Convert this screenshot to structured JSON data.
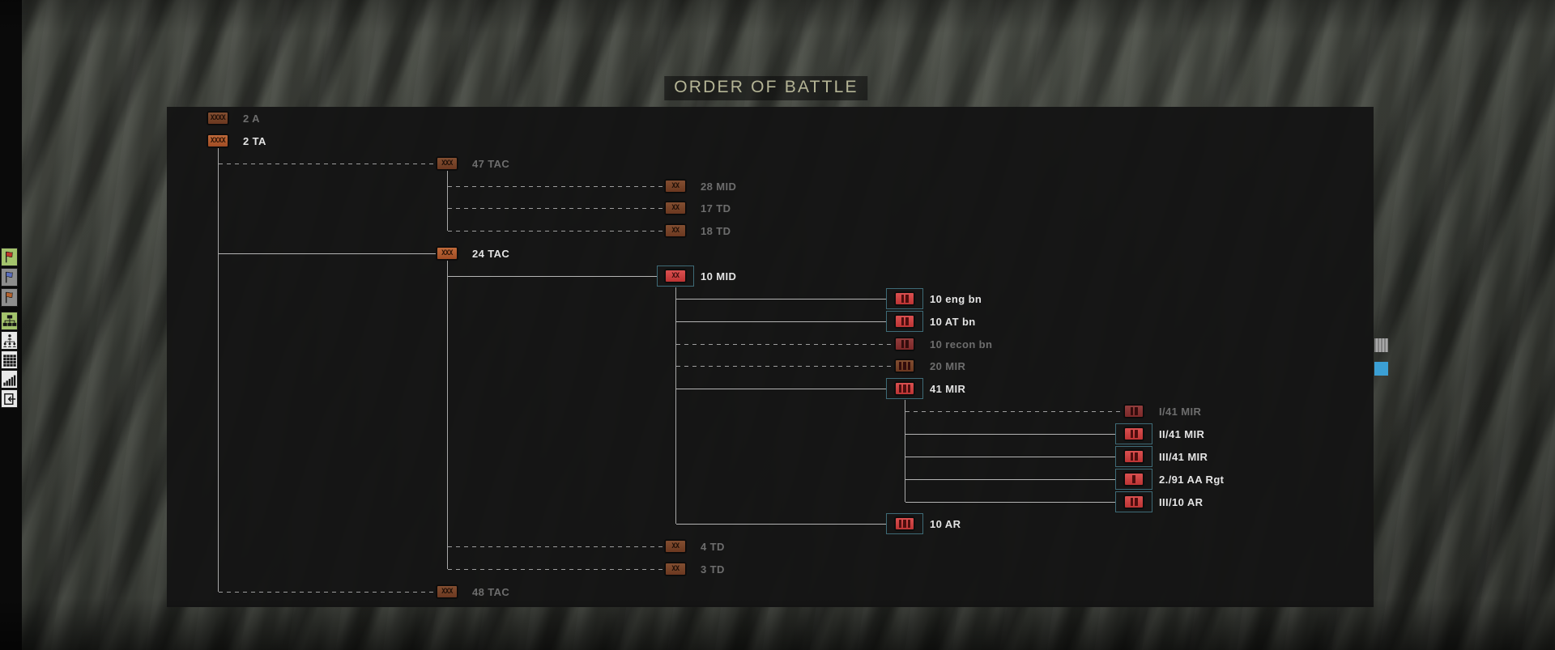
{
  "title": "ORDER OF BATTLE",
  "accent_colors": {
    "selection_box": "#3e6b77",
    "icon_orange": "#b25a2f",
    "icon_red": "#cc4242",
    "label_bright": "#e4e4e4",
    "label_dim": "#6d6d6d",
    "title_text": "#b5b596"
  },
  "oob_tree": {
    "units": [
      {
        "label": "2 A",
        "echelon": "XXXX",
        "color": "orange",
        "dim": true,
        "box": false,
        "link": null,
        "parent": null
      },
      {
        "label": "2 TA",
        "echelon": "XXXX",
        "color": "orange",
        "dim": false,
        "box": false,
        "link": null,
        "parent": null
      },
      {
        "label": "47 TAC",
        "echelon": "XXX",
        "color": "orange",
        "dim": true,
        "box": false,
        "link": "dashed",
        "parent": "2 TA"
      },
      {
        "label": "28 MID",
        "echelon": "XX",
        "color": "orange",
        "dim": true,
        "box": false,
        "link": "dashed",
        "parent": "47 TAC"
      },
      {
        "label": "17 TD",
        "echelon": "XX",
        "color": "orange",
        "dim": true,
        "box": false,
        "link": "dashed",
        "parent": "47 TAC"
      },
      {
        "label": "18 TD",
        "echelon": "XX",
        "color": "orange",
        "dim": true,
        "box": false,
        "link": "dashed",
        "parent": "47 TAC"
      },
      {
        "label": "24 TAC",
        "echelon": "XXX",
        "color": "orange",
        "dim": false,
        "box": false,
        "link": "solid",
        "parent": "2 TA"
      },
      {
        "label": "10 MID",
        "echelon": "XX",
        "color": "red",
        "dim": false,
        "box": true,
        "link": "solid",
        "parent": "24 TAC"
      },
      {
        "label": "10 eng bn",
        "echelon": "II",
        "color": "red",
        "dim": false,
        "box": true,
        "link": "solid",
        "parent": "10 MID"
      },
      {
        "label": "10 AT bn",
        "echelon": "II",
        "color": "red",
        "dim": false,
        "box": true,
        "link": "solid",
        "parent": "10 MID"
      },
      {
        "label": "10 recon bn",
        "echelon": "II",
        "color": "red",
        "dim": true,
        "box": false,
        "link": "dashed",
        "parent": "10 MID"
      },
      {
        "label": "20 MIR",
        "echelon": "III",
        "color": "orange",
        "dim": true,
        "box": false,
        "link": "dashed",
        "parent": "10 MID"
      },
      {
        "label": "41 MIR",
        "echelon": "III",
        "color": "red",
        "dim": false,
        "box": true,
        "link": "solid",
        "parent": "10 MID"
      },
      {
        "label": "I/41 MIR",
        "echelon": "II",
        "color": "red",
        "dim": true,
        "box": false,
        "link": "dashed",
        "parent": "41 MIR"
      },
      {
        "label": "II/41 MIR",
        "echelon": "II",
        "color": "red",
        "dim": false,
        "box": true,
        "link": "solid",
        "parent": "41 MIR"
      },
      {
        "label": "III/41 MIR",
        "echelon": "II",
        "color": "red",
        "dim": false,
        "box": true,
        "link": "solid",
        "parent": "41 MIR"
      },
      {
        "label": "2./91 AA Rgt",
        "echelon": "I",
        "color": "red",
        "dim": false,
        "box": true,
        "link": "solid",
        "parent": "41 MIR"
      },
      {
        "label": "III/10 AR",
        "echelon": "II",
        "color": "red",
        "dim": false,
        "box": true,
        "link": "solid",
        "parent": "41 MIR"
      },
      {
        "label": "10 AR",
        "echelon": "III",
        "color": "red",
        "dim": false,
        "box": true,
        "link": "solid",
        "parent": "10 MID"
      },
      {
        "label": "4 TD",
        "echelon": "XX",
        "color": "orange",
        "dim": true,
        "box": false,
        "link": "dashed",
        "parent": "24 TAC"
      },
      {
        "label": "3 TD",
        "echelon": "XX",
        "color": "orange",
        "dim": true,
        "box": false,
        "link": "dashed",
        "parent": "24 TAC"
      },
      {
        "label": "48 TAC",
        "echelon": "XXX",
        "color": "orange",
        "dim": true,
        "box": false,
        "link": "dashed",
        "parent": "2 TA"
      }
    ]
  },
  "sidebar": {
    "buttons": [
      {
        "name": "red-flag",
        "kind": "flag",
        "flag_color": "#c2392b",
        "bg": "green",
        "active": true
      },
      {
        "name": "blue-flag",
        "kind": "flag",
        "flag_color": "#5a6fc0",
        "bg": "gray",
        "active": false
      },
      {
        "name": "orange-flag",
        "kind": "flag",
        "flag_color": "#b5622d",
        "bg": "gray",
        "active": false
      },
      {
        "name": "org-chart",
        "kind": "org",
        "bg": "green",
        "active": true
      },
      {
        "name": "personnel-chart",
        "kind": "people",
        "bg": "white",
        "active": false
      },
      {
        "name": "roster-grid",
        "kind": "grid",
        "bg": "white",
        "active": false
      },
      {
        "name": "statistics-bars",
        "kind": "bars",
        "bg": "white",
        "active": false
      },
      {
        "name": "exit",
        "kind": "exit",
        "bg": "white",
        "active": false
      }
    ]
  },
  "indicators": [
    {
      "name": "gray-indicator",
      "color": "#9c9c9c"
    },
    {
      "name": "blue-indicator",
      "color": "#3b9fd4"
    }
  ]
}
